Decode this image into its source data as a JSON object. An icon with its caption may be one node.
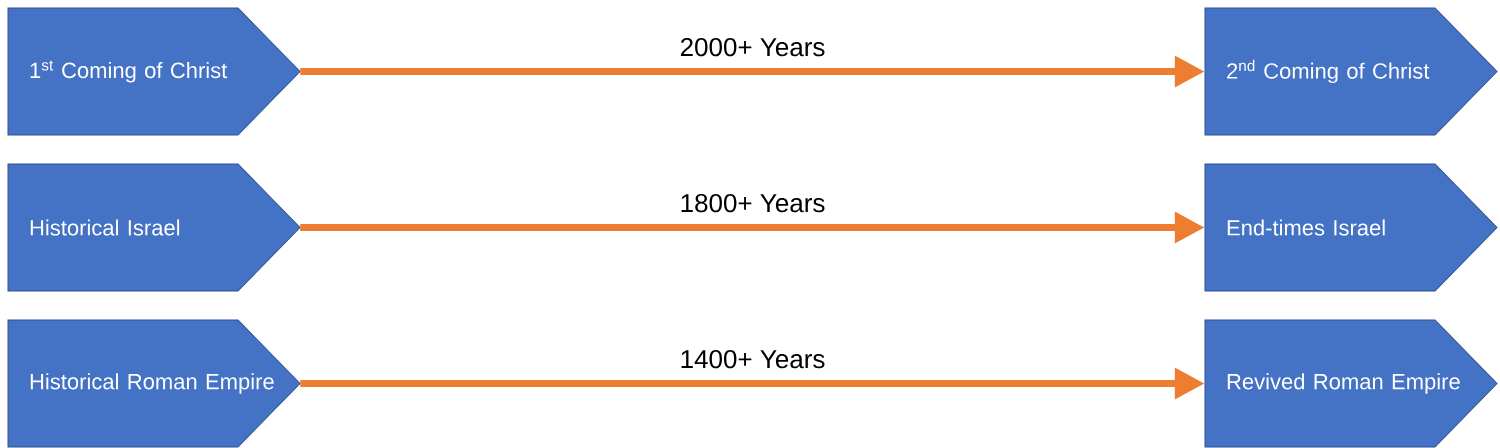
{
  "diagram": {
    "nodes": [
      {
        "text": [
          "1$^{st}$ Coming of Christ"
        ]
      },
      {
        "text": [
          "2$^{nd}$ Coming of Christ"
        ]
      },
      {
        "text": [
          "Historical Israel"
        ]
      },
      {
        "text": [
          "End-times Israel"
        ]
      },
      {
        "text": [
          "Historical Roman Empire"
        ]
      },
      {
        "text": [
          "Revived Roman Empire"
        ]
      }
    ],
    "edges": [
      {
        "from": 0,
        "to": 1,
        "arrow": "to",
        "label": "2000+ Years"
      },
      {
        "from": 2,
        "to": 3,
        "arrow": "to",
        "label": "1800+ Years"
      },
      {
        "from": 4,
        "to": 5,
        "arrow": "to",
        "label": "1400+ Years"
      }
    ]
  }
}
